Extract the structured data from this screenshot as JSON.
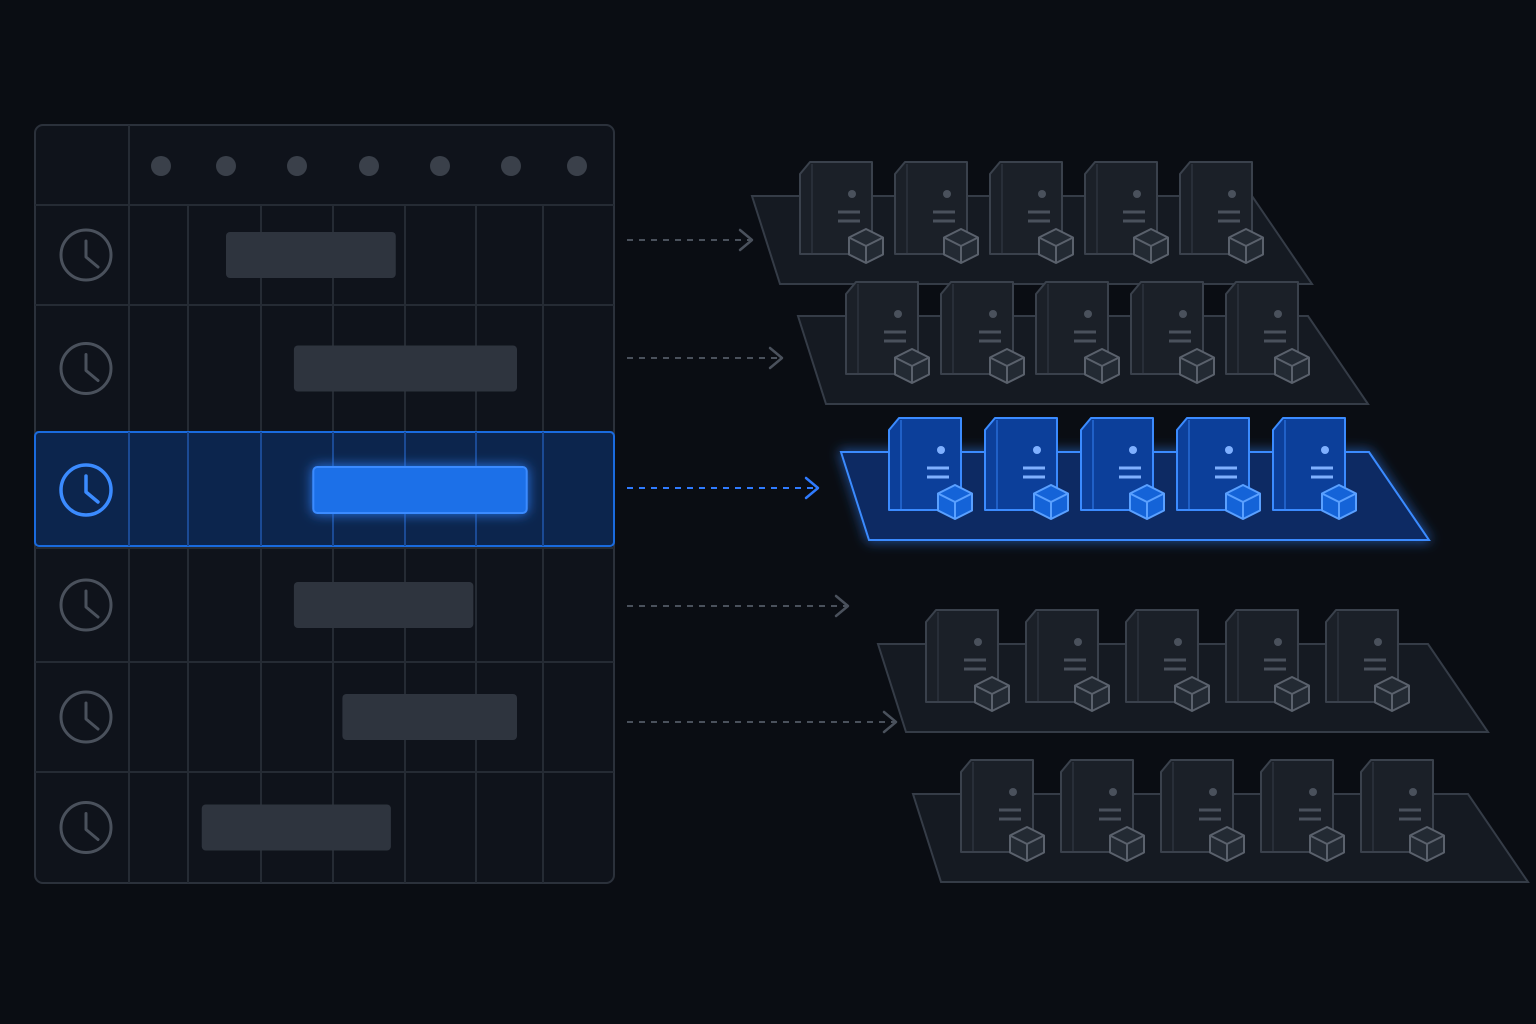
{
  "colors": {
    "background": "#0a0d13",
    "panel_fill": "#0f131b",
    "panel_border": "#2b313b",
    "grid_line": "#252b34",
    "bar_idle": "#2e343e",
    "accent": "#1a6fe8",
    "accent_bright": "#3b8bff",
    "row_active_fill": "#0c2650",
    "server_fill": "#1b2028",
    "server_stroke": "#3a414c",
    "server_active_fill": "#0c3f9a",
    "arrow_idle": "#4a515c",
    "arrow_active": "#2f7bff"
  },
  "header": {
    "dot_count": 7
  },
  "rows": [
    {
      "icon": "clock-icon",
      "bar_start": 0.2,
      "bar_end": 0.55,
      "active": false
    },
    {
      "icon": "clock-icon",
      "bar_start": 0.34,
      "bar_end": 0.8,
      "active": false
    },
    {
      "icon": "clock-icon",
      "bar_start": 0.38,
      "bar_end": 0.82,
      "active": true
    },
    {
      "icon": "clock-icon",
      "bar_start": 0.34,
      "bar_end": 0.71,
      "active": false
    },
    {
      "icon": "clock-icon",
      "bar_start": 0.44,
      "bar_end": 0.8,
      "active": false
    },
    {
      "icon": "clock-icon",
      "bar_start": 0.15,
      "bar_end": 0.54,
      "active": false
    }
  ],
  "clusters": [
    {
      "servers": 5,
      "active": false
    },
    {
      "servers": 5,
      "active": false
    },
    {
      "servers": 5,
      "active": true
    },
    {
      "servers": 5,
      "active": false
    },
    {
      "servers": 5,
      "active": false
    }
  ]
}
